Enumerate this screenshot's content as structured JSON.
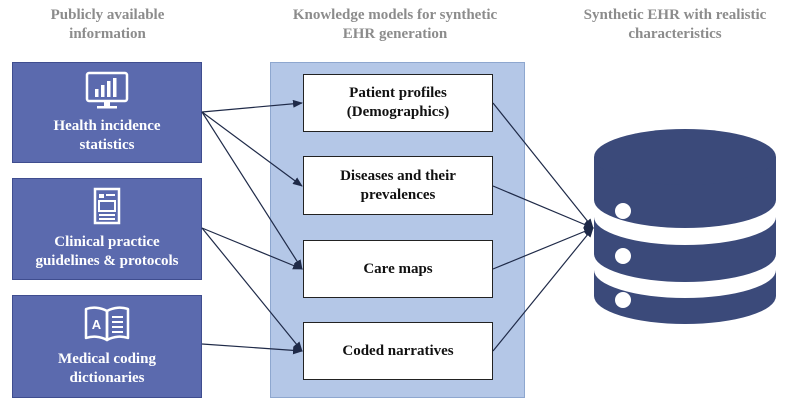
{
  "headers": {
    "sources": "Publicly available\ninformation",
    "models": "Knowledge models for synthetic\nEHR generation",
    "output": "Synthetic EHR with realistic\ncharacteristics"
  },
  "sources": [
    {
      "label": "Health incidence\nstatistics",
      "icon": "monitor-chart-icon"
    },
    {
      "label": "Clinical practice\nguidelines & protocols",
      "icon": "document-icon"
    },
    {
      "label": "Medical coding\ndictionaries",
      "icon": "open-book-icon"
    }
  ],
  "models": [
    {
      "label": "Patient profiles\n(Demographics)"
    },
    {
      "label": "Diseases and their\nprevalences"
    },
    {
      "label": "Care maps"
    },
    {
      "label": "Coded narratives"
    }
  ],
  "output": {
    "icon": "database-icon"
  },
  "colors": {
    "source_fill": "#5b6aae",
    "panel_fill": "#b4c7e7",
    "database_fill": "#3b4a7a",
    "header_text": "#8c8c8c"
  }
}
